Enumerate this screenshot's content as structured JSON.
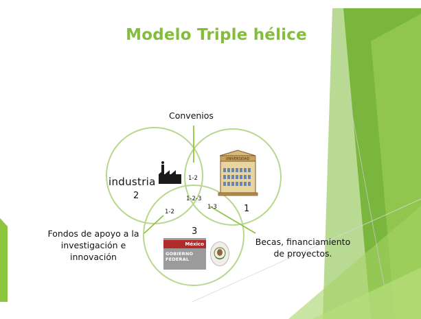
{
  "slide": {
    "title": "Modelo Triple hélice",
    "accent_color": "#84bd3c"
  },
  "diagram": {
    "circles": [
      {
        "id": "1",
        "label": "1",
        "icon": "university-building-icon",
        "icon_text": "UNIVERSIDAD"
      },
      {
        "id": "2",
        "label": "2",
        "icon": "factory-icon",
        "icon_text": "industria"
      },
      {
        "id": "3",
        "label": "3",
        "icon": "government-logo-icon"
      }
    ],
    "intersections": {
      "i12": "1-2",
      "i123": "1-2-3",
      "i23": "1-2",
      "i13": "1-3"
    },
    "callouts": {
      "top": "Convenios",
      "left_line1": "Fondos de apoyo a la",
      "left_line2": "investigación e",
      "left_line3": "innovación",
      "right_line1": "Becas, financiamiento",
      "right_line2": "de proyectos."
    },
    "government_logo": {
      "country": "México",
      "line1": "GOBIERNO",
      "line2": "FEDERAL"
    }
  }
}
